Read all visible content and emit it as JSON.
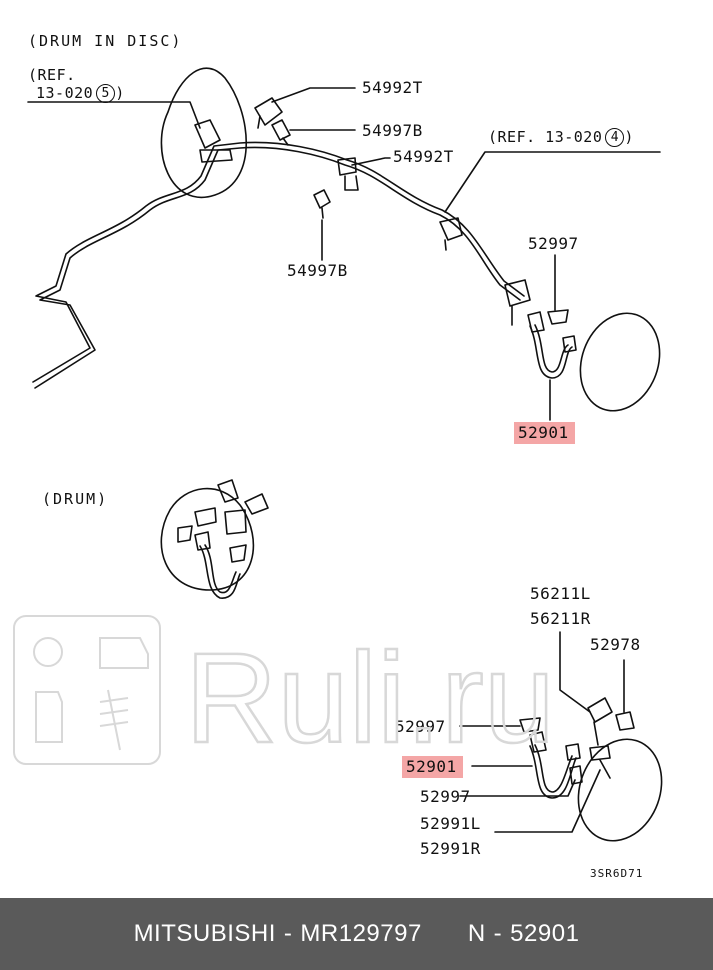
{
  "diagram": {
    "section_drum_in_disc": "(DRUM IN DISC)",
    "section_drum": "(DRUM)",
    "ref_left_line1": "(REF.",
    "ref_left_line2": "13-020",
    "ref_left_circle": "5",
    "ref_left_close": ")",
    "ref_right_text": "(REF. 13-020",
    "ref_right_circle": "4",
    "ref_right_close": ")",
    "parts": {
      "p54992T_a": "54992T",
      "p54997B_a": "54997B",
      "p54992T_b": "54992T",
      "p54997B_b": "54997B",
      "p52997_top": "52997",
      "p52901_top": "52901",
      "p56211L": "56211L",
      "p56211R": "56211R",
      "p52978": "52978",
      "p52997_mid": "52997",
      "p52901_bottom": "52901",
      "p52997_low": "52997",
      "p52991L": "52991L",
      "p52991R": "52991R"
    },
    "figure_code": "3SR6D71",
    "highlight_color": "#f4a6a6"
  },
  "watermark": {
    "text": "Ruli.ru"
  },
  "footer": {
    "brand": "MITSUBISHI",
    "separator": "-",
    "part_number": "MR129797",
    "n_label": "N",
    "n_separator": "-",
    "n_value": "52901",
    "background": "#5a5a5a"
  }
}
